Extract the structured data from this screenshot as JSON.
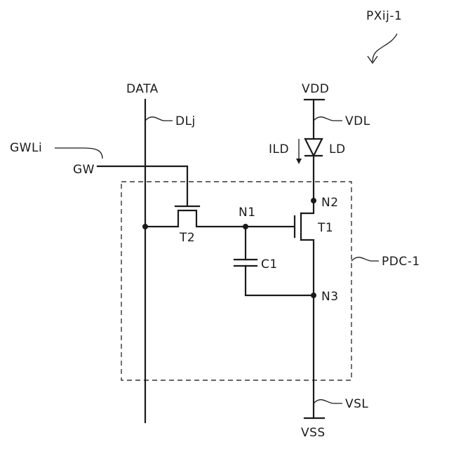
{
  "labels": {
    "figure_ref": "PXij-1",
    "data": "DATA",
    "data_line": "DLj",
    "scan_line": "GWLi",
    "scan_signal": "GW",
    "vdd": "VDD",
    "vdd_line": "VDL",
    "current": "ILD",
    "led": "LD",
    "node1": "N1",
    "node2": "N2",
    "node3": "N3",
    "t1": "T1",
    "t2": "T2",
    "c1": "C1",
    "pdc": "PDC-1",
    "vss_line": "VSL",
    "vss": "VSS"
  }
}
